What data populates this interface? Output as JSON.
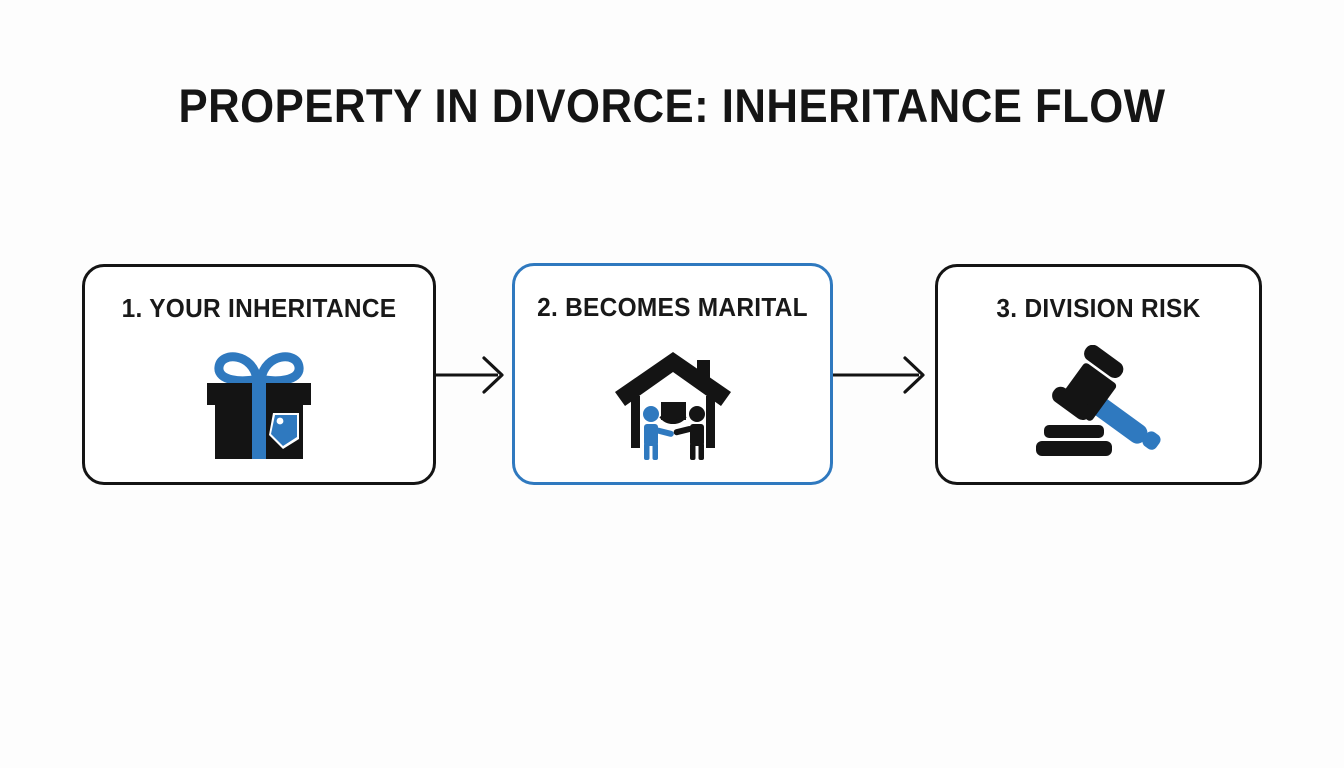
{
  "page": {
    "title": "PROPERTY IN DIVORCE: INHERITANCE FLOW",
    "background_color": "#fdfdfd",
    "accent_color": "#2f79bf",
    "ink_color": "#141414"
  },
  "flow": {
    "steps": [
      {
        "label": "1. YOUR INHERITANCE",
        "number": "1",
        "icon": "gift-icon",
        "border_color": "#141414",
        "highlighted": "false"
      },
      {
        "label": "2. BECOMES MARITAL",
        "number": "2",
        "icon": "house-handshake-icon",
        "border_color": "#2f79bf",
        "highlighted": "true"
      },
      {
        "label": "3. DIVISION RISK",
        "number": "3",
        "icon": "gavel-icon",
        "border_color": "#141414",
        "highlighted": "false"
      }
    ],
    "connectors": [
      {
        "name": "arrow-step1-to-step2",
        "direction": "right"
      },
      {
        "name": "arrow-step2-to-step3",
        "direction": "right"
      }
    ]
  }
}
